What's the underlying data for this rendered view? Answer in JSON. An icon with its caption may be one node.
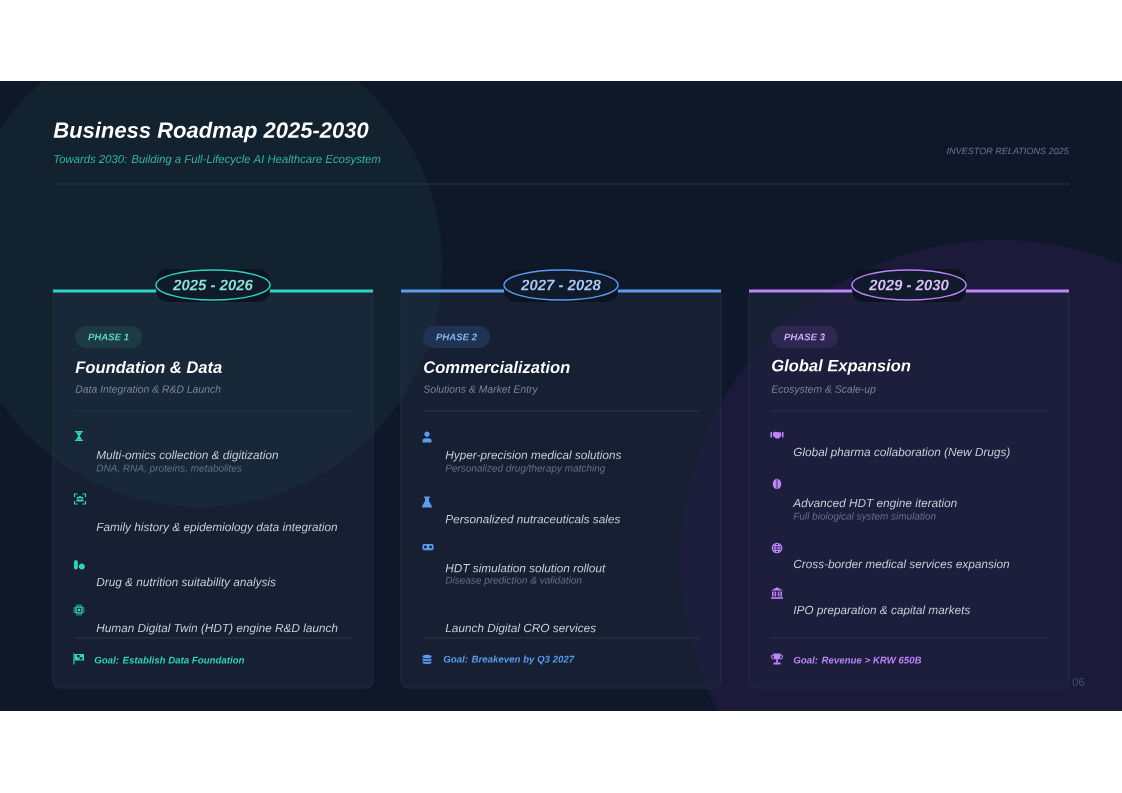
{
  "diagram": {
    "title": "Business Roadmap 2025-2030",
    "nodes": [
      {
        "text": [
          "2025 - 2026"
        ]
      },
      {
        "text": [
          "Foundation & Data",
          "Data Integration & R&D Launch",
          "Multi-omics collection & digitization",
          "DNA, RNA, proteins, metabolites",
          "Family history & epidemiology data integration",
          "Drug & nutrition suitability analysis",
          "Human Digital Twin (HDT) engine R&D launch",
          "Goal: Establish Data Foundation"
        ]
      },
      {
        "text": [
          "PHASE 1"
        ],
        "in": 1
      },
      {
        "text": [
          "2027 - 2028"
        ]
      },
      {
        "text": [
          "Commercialization",
          "Solutions & Market Entry",
          "Hyper-precision medical solutions",
          "Personalized drug/therapy matching",
          "Personalized nutraceuticals sales",
          "HDT simulation solution rollout",
          "Disease prediction & validation",
          "Launch Digital CRO services",
          "Goal: Breakeven by Q3 2027"
        ]
      },
      {
        "text": [
          "PHASE 2"
        ],
        "in": 4
      },
      {
        "text": [
          "2029 - 2030"
        ]
      },
      {
        "text": [
          "Global Expansion",
          "Ecosystem & Scale-up",
          "Global pharma collaboration (New Drugs)",
          "Advanced HDT engine iteration",
          "Full biological system simulation",
          "Cross-border medical services expansion",
          "IPO preparation & capital markets",
          "Goal: Revenue > KRW 650B"
        ]
      },
      {
        "text": [
          "PHASE 3"
        ],
        "in": 7
      }
    ],
    "labels": [
      "Towards 2030: Building a Full-Lifecycle AI Healthcare Ecosystem",
      "INVESTOR RELATIONS 2025",
      "06"
    ]
  }
}
